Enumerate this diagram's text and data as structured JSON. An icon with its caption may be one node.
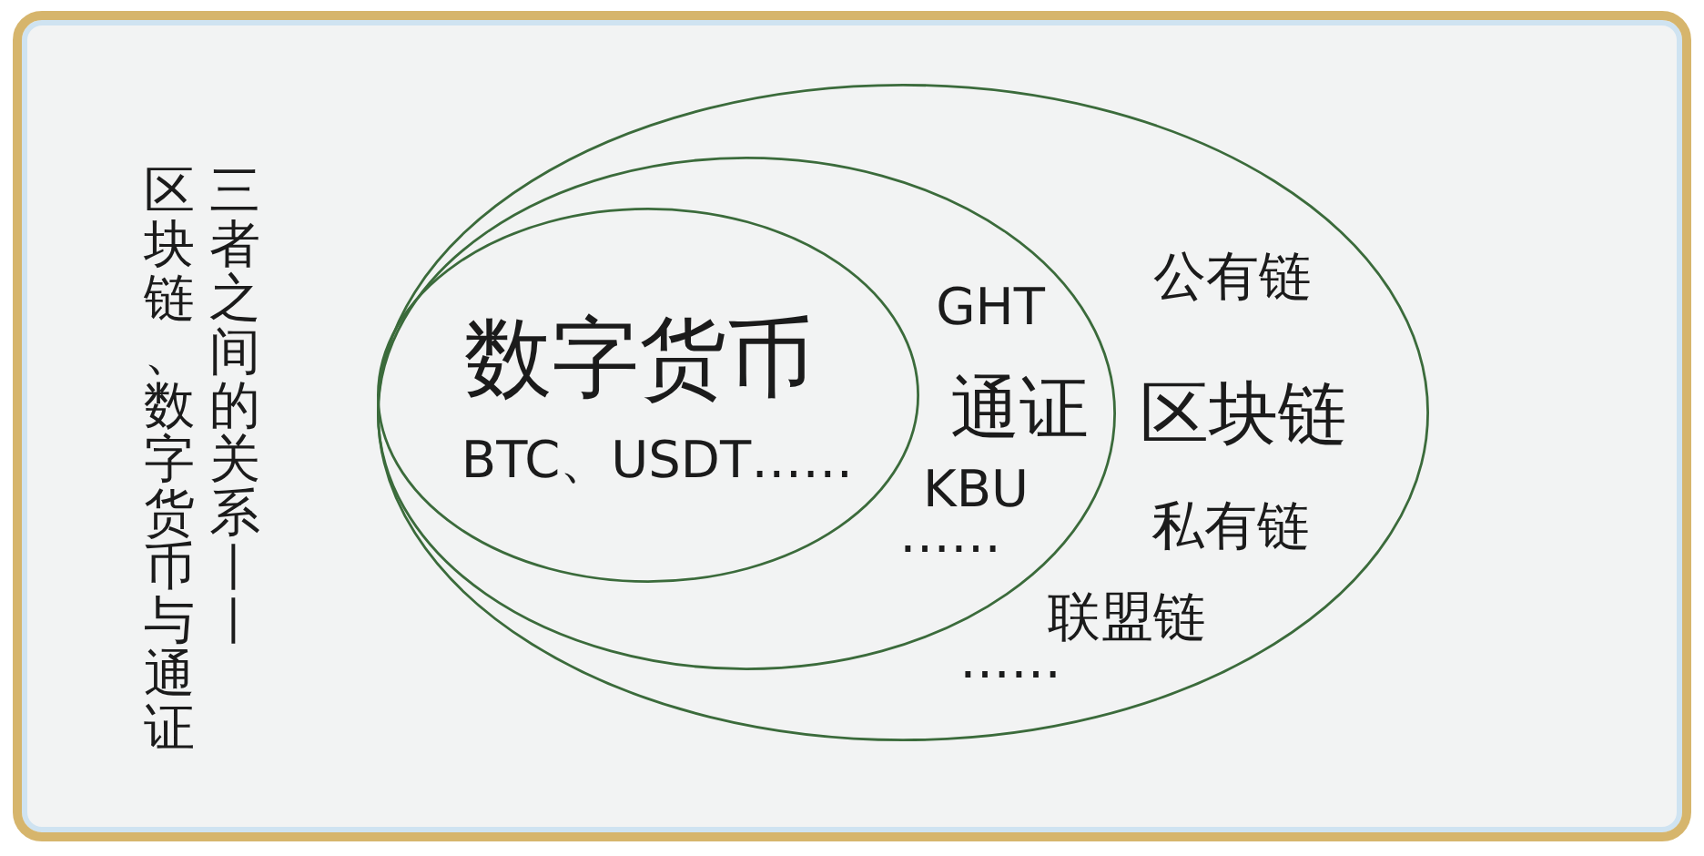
{
  "diagram": {
    "title": "三者之间的关系——区块链、数字货币与通证",
    "nodes": [
      {
        "text": [
          "公有链",
          "区块链",
          "私有链",
          "联盟链",
          "……"
        ]
      },
      {
        "text": [
          "GHT",
          "通证",
          "KBU",
          "……"
        ],
        "in": 0
      },
      {
        "text": [
          "数字货币",
          "BTC、USDT……"
        ],
        "in": 1
      }
    ]
  }
}
